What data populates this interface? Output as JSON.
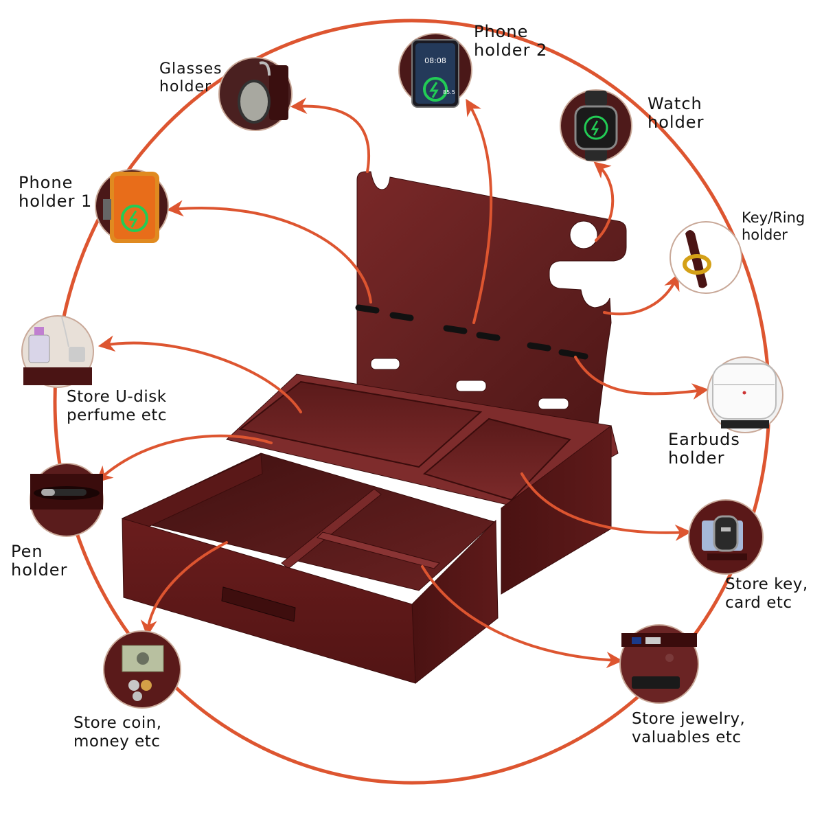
{
  "colors": {
    "ring": "#dd5530",
    "wood_dark": "#4e1414",
    "wood_mid": "#6e1f1f",
    "wood_light": "#8a3030",
    "charge_green": "#22cc55"
  },
  "features": [
    {
      "id": "glasses",
      "lines": [
        "Glasses",
        "holder"
      ],
      "icon": "glasses-icon"
    },
    {
      "id": "phone2",
      "lines": [
        "Phone",
        "holder 2"
      ],
      "icon": "phone-icon"
    },
    {
      "id": "watch",
      "lines": [
        "Watch",
        "holder"
      ],
      "icon": "watch-icon"
    },
    {
      "id": "keyring",
      "lines": [
        "Key/Ring",
        "holder"
      ],
      "icon": "ring-icon"
    },
    {
      "id": "earbuds",
      "lines": [
        "Earbuds",
        "holder"
      ],
      "icon": "earbuds-icon"
    },
    {
      "id": "keycard",
      "lines": [
        "Store key,",
        "card etc"
      ],
      "icon": "car-key-icon"
    },
    {
      "id": "jewelry",
      "lines": [
        "Store jewelry,",
        "valuables etc"
      ],
      "icon": "jewelry-tray-icon"
    },
    {
      "id": "coin",
      "lines": [
        "Store coin,",
        "money etc"
      ],
      "icon": "money-icon"
    },
    {
      "id": "pen",
      "lines": [
        "Pen",
        "holder"
      ],
      "icon": "pen-icon"
    },
    {
      "id": "udisk",
      "lines": [
        "Store U-disk",
        "perfume etc"
      ],
      "icon": "perfume-icon"
    },
    {
      "id": "phone1",
      "lines": [
        "Phone",
        "holder 1"
      ],
      "icon": "phone-icon"
    }
  ],
  "screens": {
    "phone2_time": "08:08",
    "phone2_battery": "85.5"
  }
}
